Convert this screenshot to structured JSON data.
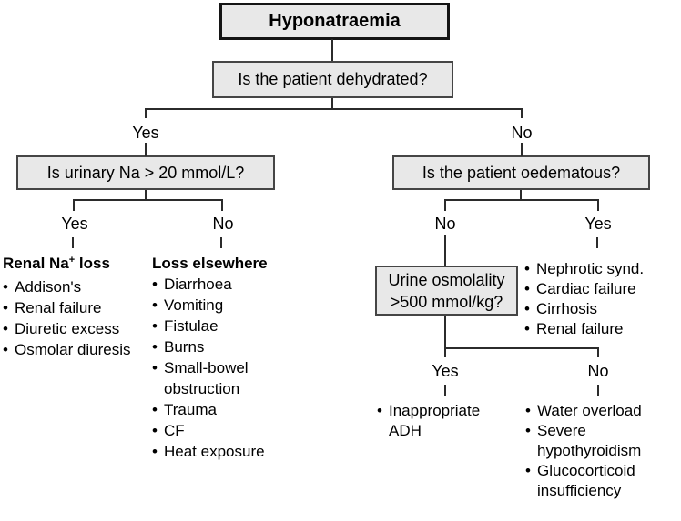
{
  "bullet": "•",
  "title": "Hyponatraemia",
  "questions": {
    "dehydrated": "Is the patient dehydrated?",
    "urinary_na": "Is urinary Na > 20 mmol/L?",
    "oedematous": "Is the patient oedematous?",
    "urine_osmolality_line1": "Urine osmolality",
    "urine_osmolality_line2": ">500 mmol/kg?"
  },
  "labels": {
    "dehydrated_yes": "Yes",
    "dehydrated_no": "No",
    "urinary_yes": "Yes",
    "urinary_no": "No",
    "oedematous_no": "No",
    "oedematous_yes": "Yes",
    "osmolality_yes": "Yes",
    "osmolality_no": "No"
  },
  "outcomes": {
    "renal_na_loss": {
      "header_pre": "Renal Na",
      "header_sup": "+",
      "header_post": " loss",
      "items": [
        "Addison's",
        "Renal failure",
        "Diuretic excess",
        "Osmolar diuresis"
      ]
    },
    "loss_elsewhere": {
      "header": "Loss elsewhere",
      "items": [
        "Diarrhoea",
        "Vomiting",
        "Fistulae",
        "Burns",
        "Small-bowel obstruction",
        "Trauma",
        "CF",
        "Heat exposure"
      ]
    },
    "oedematous_yes_causes": {
      "items": [
        "Nephrotic synd.",
        "Cardiac failure",
        "Cirrhosis",
        "Renal failure"
      ]
    },
    "osmolality_yes_causes": {
      "items": [
        "Inappropriate ADH"
      ]
    },
    "osmolality_no_causes": {
      "items": [
        "Water overload",
        "Severe hypothyroidism",
        "Glucocorticoid insufficiency"
      ]
    }
  },
  "colors": {
    "box_fill": "#e8e8e8",
    "box_border": "#454545",
    "title_border": "#141414",
    "line": "#2b2b2b",
    "text": "#000000",
    "background": "#ffffff"
  }
}
